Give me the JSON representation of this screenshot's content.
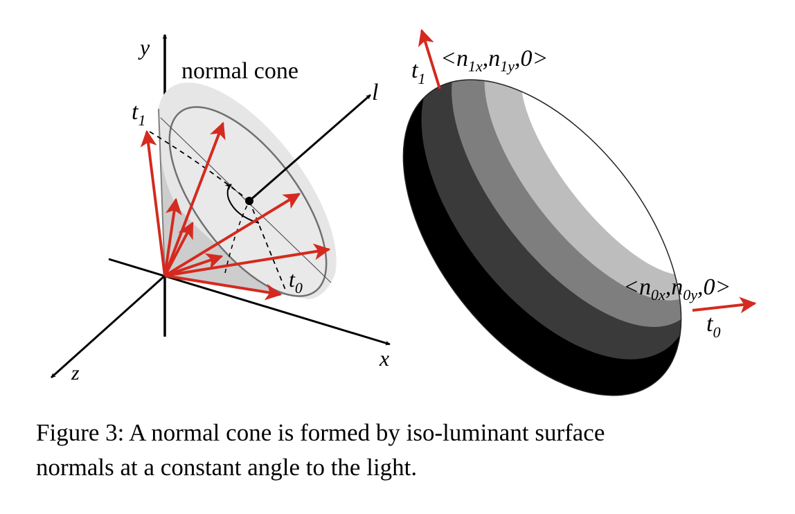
{
  "figure": {
    "left_panel": {
      "cone_label": "normal cone",
      "axes": {
        "y": "y",
        "x": "x",
        "z": "z",
        "l": "l"
      },
      "t1": {
        "main": "t",
        "sub": "1"
      },
      "t0": {
        "main": "t",
        "sub": "0"
      }
    },
    "right_panel": {
      "t1": {
        "main": "t",
        "sub": "1"
      },
      "t0": {
        "main": "t",
        "sub": "0"
      },
      "n1_label": {
        "open": "<",
        "n1": "n",
        "n1_sub": "1x",
        "comma1": ",",
        "n2": "n",
        "n2_sub": "1y",
        "tail": ",0>"
      },
      "n0_label": {
        "open": "<",
        "n1": "n",
        "n1_sub": "0x",
        "comma1": ",",
        "n2": "n",
        "n2_sub": "0y",
        "tail": ",0>"
      }
    },
    "colors": {
      "vector_red": "#d42a1f",
      "cone_fill": "#e6e6e6",
      "cone_shadow": "#c4c4c4",
      "ellipsoid_bands": [
        "#000000",
        "#3a3a3a",
        "#7e7e7e",
        "#bdbdbd",
        "#ffffff"
      ]
    }
  },
  "caption": {
    "line1": "Figure 3: A normal cone is formed by iso-luminant surface",
    "line2": "normals at a constant angle to the light."
  }
}
